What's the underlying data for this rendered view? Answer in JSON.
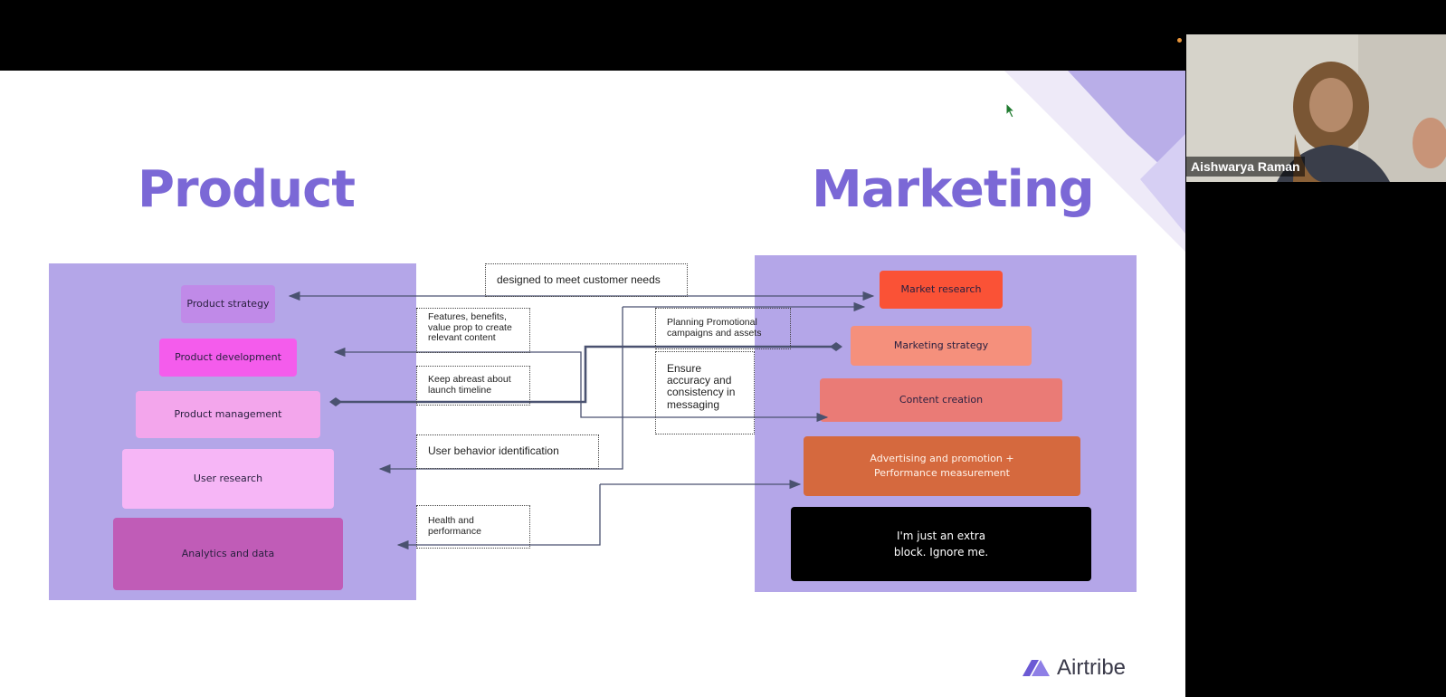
{
  "slide": {
    "product_title": "Product",
    "marketing_title": "Marketing",
    "product_blocks": [
      {
        "label": "Product strategy",
        "color": "#c08ae8"
      },
      {
        "label": "Product development",
        "color": "#f45cec"
      },
      {
        "label": "Product management",
        "color": "#f3a6ec"
      },
      {
        "label": "User research",
        "color": "#f6b6f6"
      },
      {
        "label": "Analytics and data",
        "color": "#c05cb7"
      }
    ],
    "marketing_blocks": [
      {
        "label": "Market research",
        "color": "#fa5236"
      },
      {
        "label": "Marketing strategy",
        "color": "#f5907c"
      },
      {
        "label": "Content creation",
        "color": "#ea7b76"
      },
      {
        "label": "Advertising and promotion + Performance measurement",
        "color": "#d5693e"
      },
      {
        "label": "I'm just an extra block. Ignore me.",
        "color": "#000000"
      }
    ],
    "notes": [
      "designed to meet customer needs",
      "Features, benefits, value prop to create relevant content",
      "Keep abreast about launch timeline",
      "User behavior identification",
      "Health and performance",
      "Planning Promotional campaigns and assets",
      "Ensure accuracy and consistency in messaging"
    ],
    "brand": "Airtribe"
  },
  "video": {
    "participant_name": "Aishwarya Raman"
  },
  "colors": {
    "title": "#7b68d6",
    "panel": "#b4a6e8",
    "arrow": "#4a5270"
  }
}
